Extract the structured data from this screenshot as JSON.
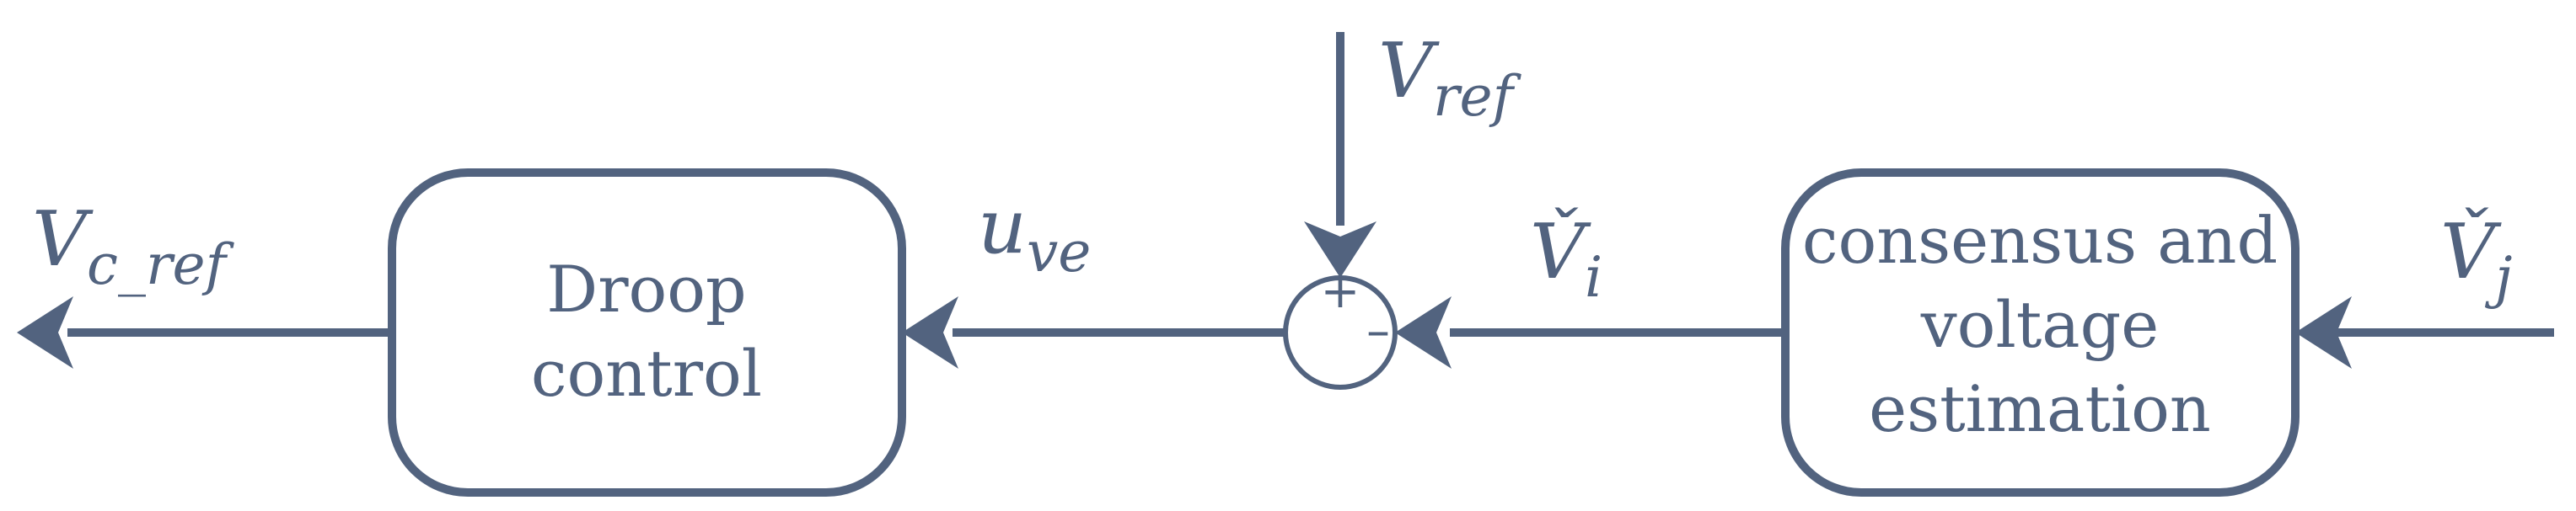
{
  "colors": {
    "stroke": "#52637f",
    "background": "#ffffff"
  },
  "blocks": {
    "droop": {
      "line1": "Droop",
      "line2": "control"
    },
    "consensus": {
      "line1": "consensus and",
      "line2": "voltage",
      "line3": "estimation"
    }
  },
  "signals": {
    "output": {
      "base": "V",
      "sub": "c_ref"
    },
    "uve": {
      "base": "u",
      "sub": "ve"
    },
    "vref": {
      "base": "V",
      "sub": "ref"
    },
    "vi": {
      "base": "V̌",
      "sub": "i"
    },
    "vj": {
      "base": "V̌",
      "sub": "j"
    }
  },
  "summing_junction": {
    "plus": "+",
    "minus": "–"
  }
}
